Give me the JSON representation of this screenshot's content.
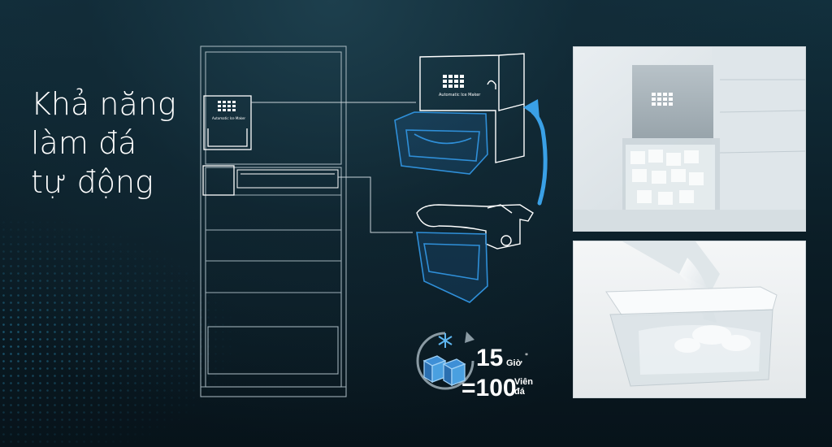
{
  "headline": {
    "lines": [
      "Khả năng",
      "làm đá",
      "tự động"
    ]
  },
  "ice_box": {
    "upper_label": "Automatic Ice Maker",
    "fridge_panel_label": "Automatic Ice Maker"
  },
  "stat": {
    "hours_value": "15",
    "hours_unit": "Giờ",
    "footnote_mark": "*",
    "cubes_value": "=100",
    "cubes_unit_line1": "Viên",
    "cubes_unit_line2": "đá",
    "icon": "snowflake-ice-cubes-icon"
  },
  "colors": {
    "background": "#0b1a22",
    "line_art": "#e8eef2",
    "water_blue": "#2f8fd8",
    "arrow_blue": "#3aa0e6",
    "text": "#ffffff"
  }
}
